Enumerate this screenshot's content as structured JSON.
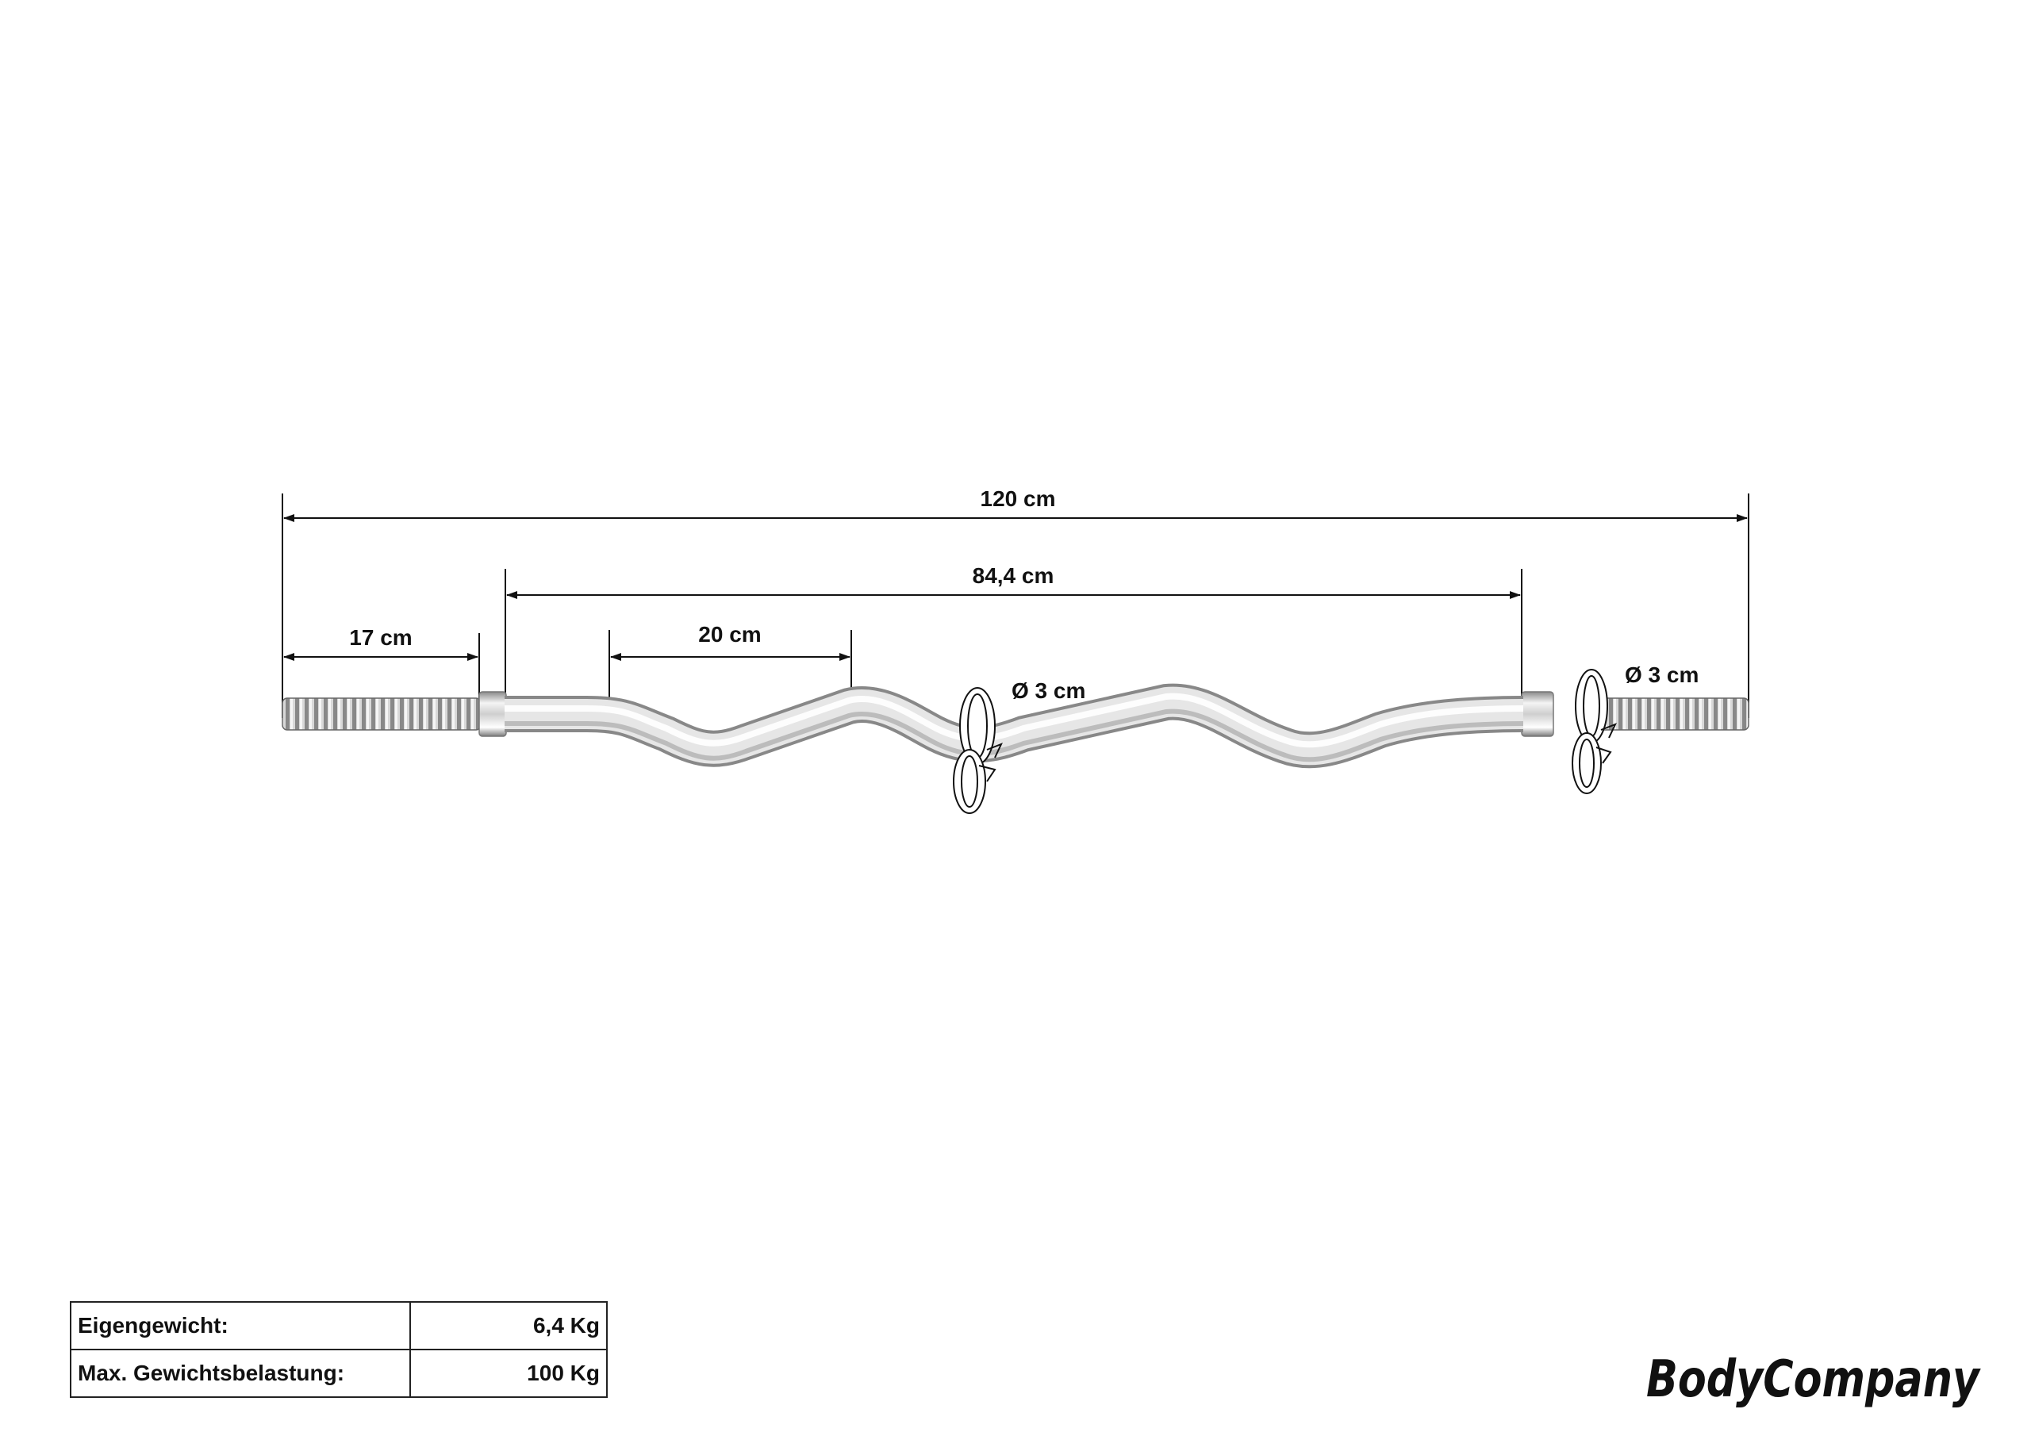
{
  "dimensions": {
    "total_length": "120 cm",
    "inner_length": "84,4 cm",
    "sleeve_length": "17 cm",
    "grip_length": "20 cm",
    "diameter_center": "Ø 3 cm",
    "diameter_sleeve": "Ø 3 cm"
  },
  "specs": [
    {
      "label": "Eigengewicht:",
      "value": "6,4 Kg"
    },
    {
      "label": "Max. Gewichtsbelastung:",
      "value": "100 Kg"
    }
  ],
  "brand": {
    "text": "BodyCompany"
  },
  "colors": {
    "line": "#111111",
    "chrome_light": "#f2f2f2",
    "chrome_dark": "#8a8a8a"
  }
}
